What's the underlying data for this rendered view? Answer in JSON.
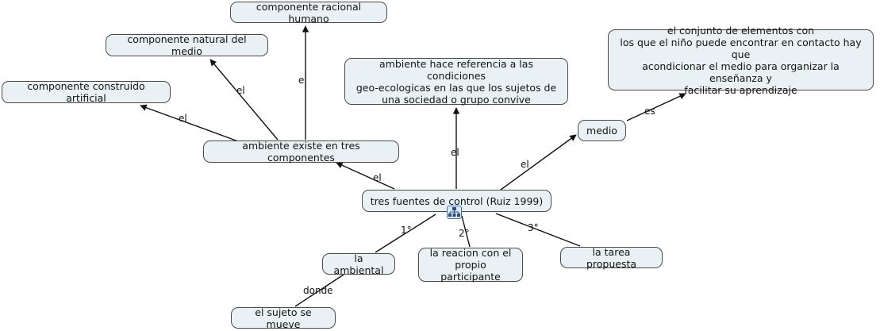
{
  "diagram": {
    "type": "concept-map",
    "title_node": "tres fuentes de control (Ruiz 1999)",
    "background_color": "#ffffff",
    "node_fill_color": "#eaf1f4",
    "node_border_color": "#4a4a4a",
    "edge_color": "#111111",
    "icon_accent_color": "#3b72b8"
  },
  "nodes": [
    {
      "id": "racional",
      "text": "componente racional humano"
    },
    {
      "id": "natural",
      "text": "componente natural del medio"
    },
    {
      "id": "artificial",
      "text": "componente construido artificial"
    },
    {
      "id": "ambiente3",
      "text": "ambiente existe en tres componentes"
    },
    {
      "id": "condiciones",
      "text": "ambiente hace referencia a las condiciones\ngeo-ecologicas en las que los sujetos de\nuna sociedad o grupo convive"
    },
    {
      "id": "conjunto",
      "text": "el conjunto de elementos con\nlos que el niño puede encontrar en contacto hay que\nacondicionar el medio para organizar la enseñanza y\nfacilitar su aprendizaje"
    },
    {
      "id": "medio",
      "text": "medio"
    },
    {
      "id": "fuentes",
      "text": "tres fuentes de control (Ruiz 1999)"
    },
    {
      "id": "ambiental",
      "text": "la ambiental"
    },
    {
      "id": "reaccion",
      "text": "la reacion con el\npropio participante"
    },
    {
      "id": "tarea",
      "text": "la tarea propuesta"
    },
    {
      "id": "sujeto",
      "text": "el sujeto se mueve"
    }
  ],
  "edges": [
    {
      "id": "e1",
      "from": "ambiente3",
      "to": "artificial",
      "label": "el"
    },
    {
      "id": "e2",
      "from": "ambiente3",
      "to": "natural",
      "label": "el"
    },
    {
      "id": "e3",
      "from": "ambiente3",
      "to": "racional",
      "label": "el"
    },
    {
      "id": "e4",
      "from": "fuentes",
      "to": "ambiente3",
      "label": "el"
    },
    {
      "id": "e5",
      "from": "fuentes",
      "to": "condiciones",
      "label": "el"
    },
    {
      "id": "e6",
      "from": "fuentes",
      "to": "medio",
      "label": "el"
    },
    {
      "id": "e7",
      "from": "medio",
      "to": "conjunto",
      "label": "es"
    },
    {
      "id": "e8",
      "from": "fuentes",
      "to": "ambiental",
      "label": "1°"
    },
    {
      "id": "e9",
      "from": "fuentes",
      "to": "reaccion",
      "label": "2°"
    },
    {
      "id": "e10",
      "from": "fuentes",
      "to": "tarea",
      "label": "3°"
    },
    {
      "id": "e11",
      "from": "ambiental",
      "to": "sujeto",
      "label": "donde"
    }
  ],
  "icons": {
    "link_group_icon": "node-tree-icon"
  }
}
